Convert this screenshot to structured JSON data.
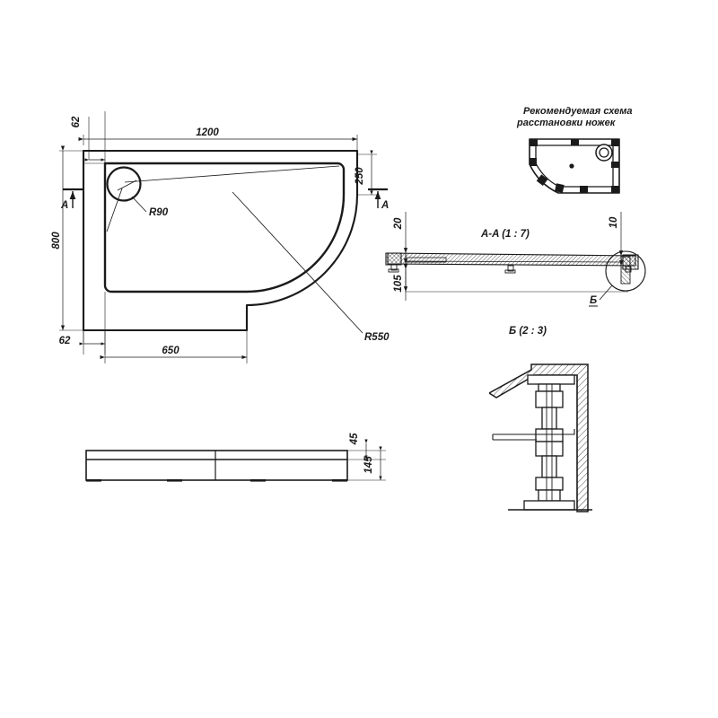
{
  "drawing": {
    "type": "technical-drawing",
    "subject": "offset quadrant shower tray",
    "units": "mm",
    "background_color": "#ffffff",
    "line_color": "#1a1a1a"
  },
  "plan_view": {
    "name": "top-plan-view",
    "dimensions": {
      "width": "1200",
      "depth": "800",
      "rim_top": "62",
      "rim_bottom": "62",
      "straight_right_depth": "250",
      "straight_front_width": "650"
    },
    "radii": {
      "drain": "R90",
      "corner": "R550"
    },
    "section_marks": {
      "left": "A",
      "right": "A"
    }
  },
  "front_view": {
    "name": "front-elevation-view",
    "dimensions": {
      "top_band": "45",
      "total_height": "145"
    }
  },
  "section_aa": {
    "name": "section-a-a",
    "title": "A-A (1 : 7)",
    "dimensions": {
      "left_height": "20",
      "right_height": "10",
      "leg_height": "105"
    },
    "detail_callout": "Б"
  },
  "detail_b": {
    "name": "detail-b",
    "title": "Б (2 : 3)"
  },
  "legs_scheme": {
    "name": "legs-placement-scheme",
    "title_line1": "Рекомендуемая схема",
    "title_line2": "расстановки ножек"
  }
}
